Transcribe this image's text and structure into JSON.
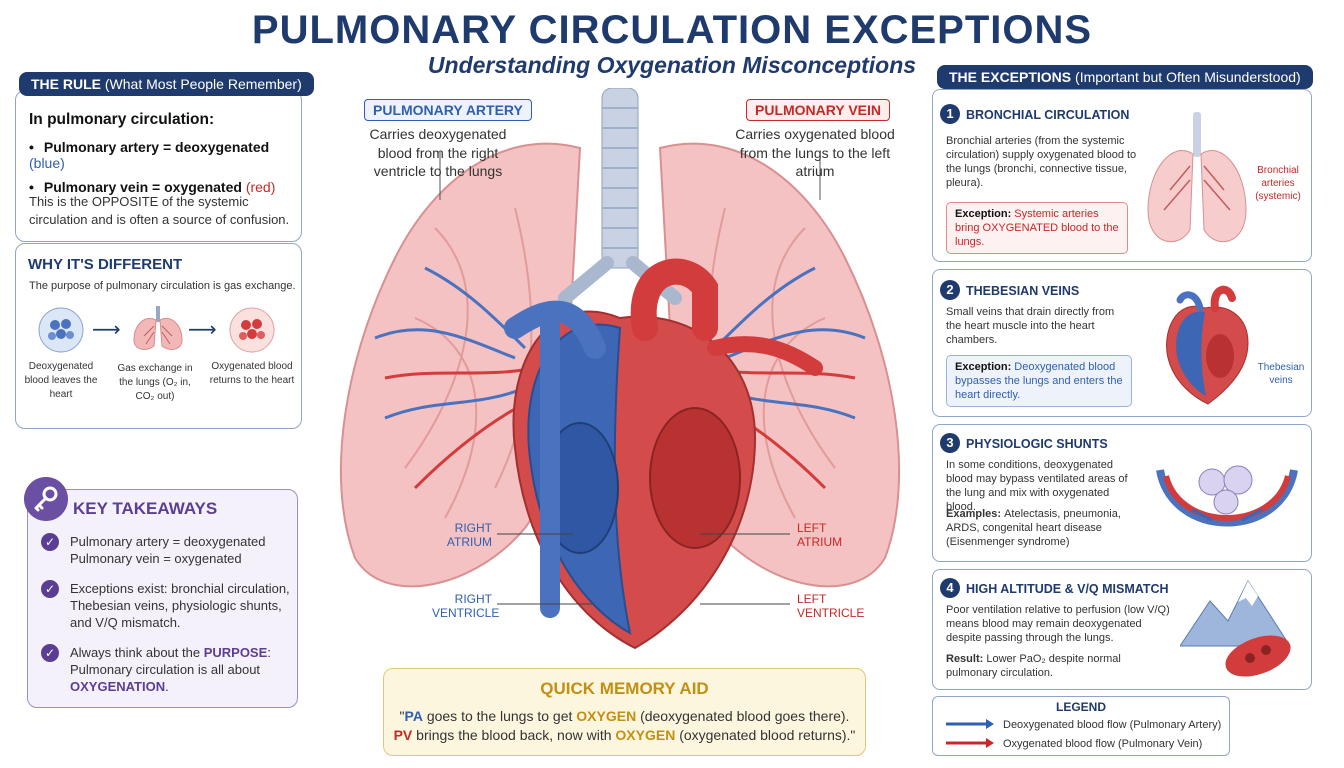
{
  "title": "PULMONARY CIRCULATION EXCEPTIONS",
  "subtitle": "Understanding Oxygenation Misconceptions",
  "rule": {
    "pill_bold": "THE RULE",
    "pill_rest": " (What Most People Remember)",
    "intro": "In pulmonary circulation:",
    "bullet1_main": "Pulmonary artery = deoxygenated ",
    "bullet1_color": "(blue)",
    "bullet2_main": "Pulmonary vein = oxygenated ",
    "bullet2_color": "(red)",
    "note": "This is the OPPOSITE of the systemic circulation and is often a source of confusion."
  },
  "why": {
    "title": "WHY IT'S DIFFERENT",
    "subtitle": "The purpose of pulmonary circulation is gas exchange.",
    "step1": "Deoxygenated blood leaves the heart",
    "step2": "Gas exchange in the lungs (O₂ in, CO₂ out)",
    "step3": "Oxygenated blood returns to the heart"
  },
  "key": {
    "title": "KEY TAKEAWAYS",
    "t1_l1": "Pulmonary artery = deoxygenated",
    "t1_l2": "Pulmonary vein = oxygenated",
    "t2": "Exceptions exist: bronchial circulation, Thebesian veins, physiologic shunts, and V/Q mismatch.",
    "t3_a": "Always think about the ",
    "t3_purpose": "PURPOSE",
    "t3_b": ": Pulmonary circulation is all about ",
    "t3_oxy": "OXYGENATION",
    "t3_c": "."
  },
  "center": {
    "pa_label": "PULMONARY ARTERY",
    "pa_desc": "Carries deoxygenated blood from the right ventricle to the lungs",
    "pv_label": "PULMONARY VEIN",
    "pv_desc": "Carries oxygenated blood from the lungs to the left atrium",
    "right_atrium": "RIGHT ATRIUM",
    "right_ventricle": "RIGHT VENTRICLE",
    "left_atrium": "LEFT ATRIUM",
    "left_ventricle": "LEFT VENTRICLE"
  },
  "memory": {
    "title": "QUICK MEMORY AID",
    "l1_q": "\"",
    "l1_pa": "PA",
    "l1_a": " goes to the lungs to get ",
    "l1_ox": "OXYGEN",
    "l1_b": " (deoxygenated blood goes there).",
    "l2_pv": "PV",
    "l2_a": " brings the blood back, now with ",
    "l2_ox": "OXYGEN",
    "l2_b": " (oxygenated blood returns).\""
  },
  "exceptions": {
    "pill_bold": "THE EXCEPTIONS",
    "pill_rest": " (Important but Often Misunderstood)",
    "c1": {
      "num": "1",
      "title": "BRONCHIAL CIRCULATION",
      "text": "Bronchial arteries (from the systemic circulation) supply oxygenated blood to the lungs (bronchi, connective tissue, pleura).",
      "exc_label": "Exception: ",
      "exc_text": "Systemic arteries bring OXYGENATED blood to the lungs.",
      "side": "Bronchial arteries (systemic)"
    },
    "c2": {
      "num": "2",
      "title": "THEBESIAN VEINS",
      "text": "Small veins that drain directly from the heart muscle into the heart chambers.",
      "exc_label": "Exception: ",
      "exc_text": "Deoxygenated blood bypasses the lungs and enters the heart directly.",
      "side": "Thebesian veins"
    },
    "c3": {
      "num": "3",
      "title": "PHYSIOLOGIC SHUNTS",
      "text": "In some conditions, deoxygenated blood may bypass ventilated areas of the lung and mix with oxygenated blood.",
      "examples_label": "Examples: ",
      "examples": "Atelectasis, pneumonia, ARDS, congenital heart disease (Eisenmenger syndrome)"
    },
    "c4": {
      "num": "4",
      "title": "HIGH ALTITUDE & V/Q MISMATCH",
      "text": "Poor ventilation relative to perfusion (low V/Q) means blood may remain deoxygenated despite passing through the lungs.",
      "result_label": "Result: ",
      "result": "Lower PaO₂ despite normal pulmonary circulation."
    }
  },
  "legend": {
    "title": "LEGEND",
    "deoxy": "Deoxygenated blood flow (Pulmonary Artery)",
    "oxy": "Oxygenated blood flow (Pulmonary Vein)"
  },
  "colors": {
    "navy": "#1f3a6d",
    "deoxygenated": "#2f5fb0",
    "oxygenated": "#c62828",
    "purple": "#5b3e94",
    "gold": "#c29011"
  }
}
